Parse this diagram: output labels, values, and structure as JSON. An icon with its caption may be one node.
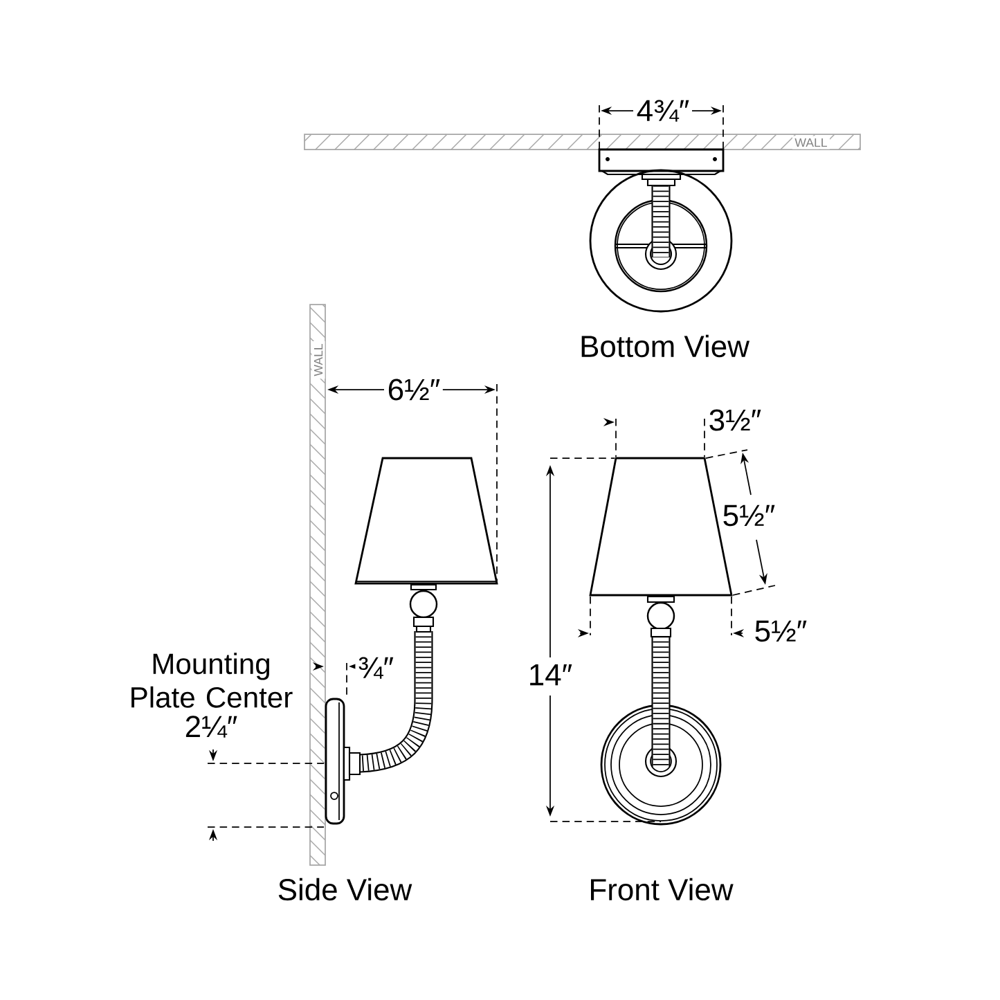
{
  "diagram": {
    "labels": [
      "4¾″",
      "WALL",
      "Bottom View",
      "WALL",
      "6½″",
      "3½″",
      "5½″",
      "Mounting Plate Center",
      "¾″",
      "5½″",
      "14″",
      "2¼″",
      "Side View",
      "Front View"
    ]
  }
}
